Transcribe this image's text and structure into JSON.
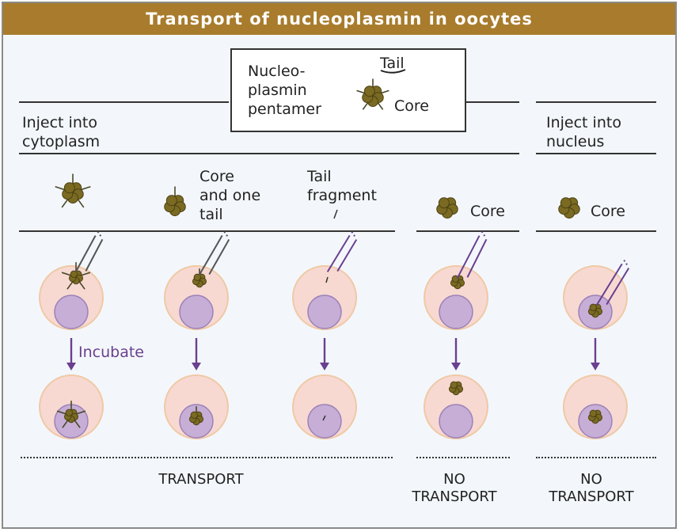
{
  "title": "Transport of nucleoplasmin in oocytes",
  "legend": {
    "name_line1": "Nucleo-",
    "name_line2": "plasmin",
    "name_line3": "pentamer",
    "tail_label": "Tail",
    "core_label": "Core"
  },
  "sections": {
    "cytoplasm": {
      "line1": "Inject into",
      "line2": "cytoplasm"
    },
    "nucleus": {
      "line1": "Inject into",
      "line2": "nucleus"
    }
  },
  "injected": {
    "core_one_tail": {
      "line1": "Core",
      "line2": "and one",
      "line3": "tail"
    },
    "tail_fragment": {
      "line1": "Tail",
      "line2": "fragment"
    },
    "core_a": "Core",
    "core_b": "Core"
  },
  "step_label": "Incubate",
  "results": {
    "transport": "TRANSPORT",
    "no_transport_a": {
      "line1": "NO",
      "line2": "TRANSPORT"
    },
    "no_transport_b": {
      "line1": "NO",
      "line2": "TRANSPORT"
    }
  },
  "colors": {
    "title_bar": "#a87c2c",
    "subunit": "#7a6a22",
    "cytoplasm": "#f7d9d2",
    "cell_rim": "#f0c9a6",
    "nucleus": "#c6aed6",
    "arrow": "#6a3f8f"
  }
}
